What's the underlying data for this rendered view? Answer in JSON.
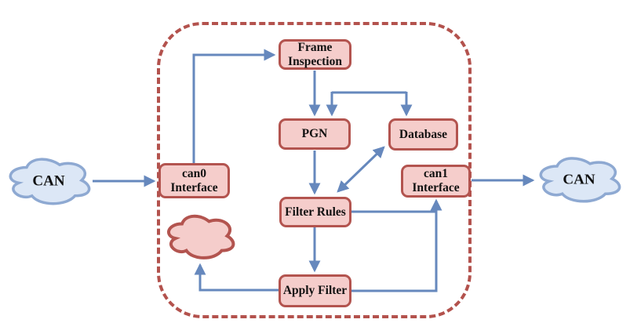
{
  "colors": {
    "bg": "#ffffff",
    "node-fill": "#f5cdcb",
    "node-stroke": "#b3544f",
    "dashed-stroke": "#b3524d",
    "arrow": "#6688bd",
    "cloud-fill": "#dce7f6",
    "cloud-stroke": "#8ea9d2",
    "text": "#111111"
  },
  "external": {
    "can_left": "CAN",
    "can_right": "CAN"
  },
  "nodes": {
    "frame_inspection": "Frame\nInspection",
    "pgn": "PGN",
    "database": "Database",
    "can0": "can0\nInterface",
    "can1": "can1\nInterface",
    "filter_rules": "Filter Rules",
    "apply_filter": "Apply Filter"
  },
  "edges": [
    {
      "from": "CAN (left cloud)",
      "to": "can0 Interface",
      "bidirectional": false
    },
    {
      "from": "can0 Interface",
      "to": "Frame Inspection",
      "bidirectional": false
    },
    {
      "from": "Frame Inspection",
      "to": "PGN",
      "bidirectional": false
    },
    {
      "from": "PGN",
      "to": "Database",
      "bidirectional": true
    },
    {
      "from": "PGN",
      "to": "Filter Rules",
      "bidirectional": false
    },
    {
      "from": "Filter Rules",
      "to": "Database",
      "bidirectional": true
    },
    {
      "from": "Filter Rules",
      "to": "can1 Interface",
      "bidirectional": false
    },
    {
      "from": "Filter Rules",
      "to": "Apply Filter",
      "bidirectional": false
    },
    {
      "from": "Apply Filter",
      "to": "can1 Interface",
      "bidirectional": false
    },
    {
      "from": "Apply Filter",
      "to": "pink cloud",
      "bidirectional": false
    },
    {
      "from": "can1 Interface",
      "to": "CAN (right cloud)",
      "bidirectional": false
    }
  ]
}
